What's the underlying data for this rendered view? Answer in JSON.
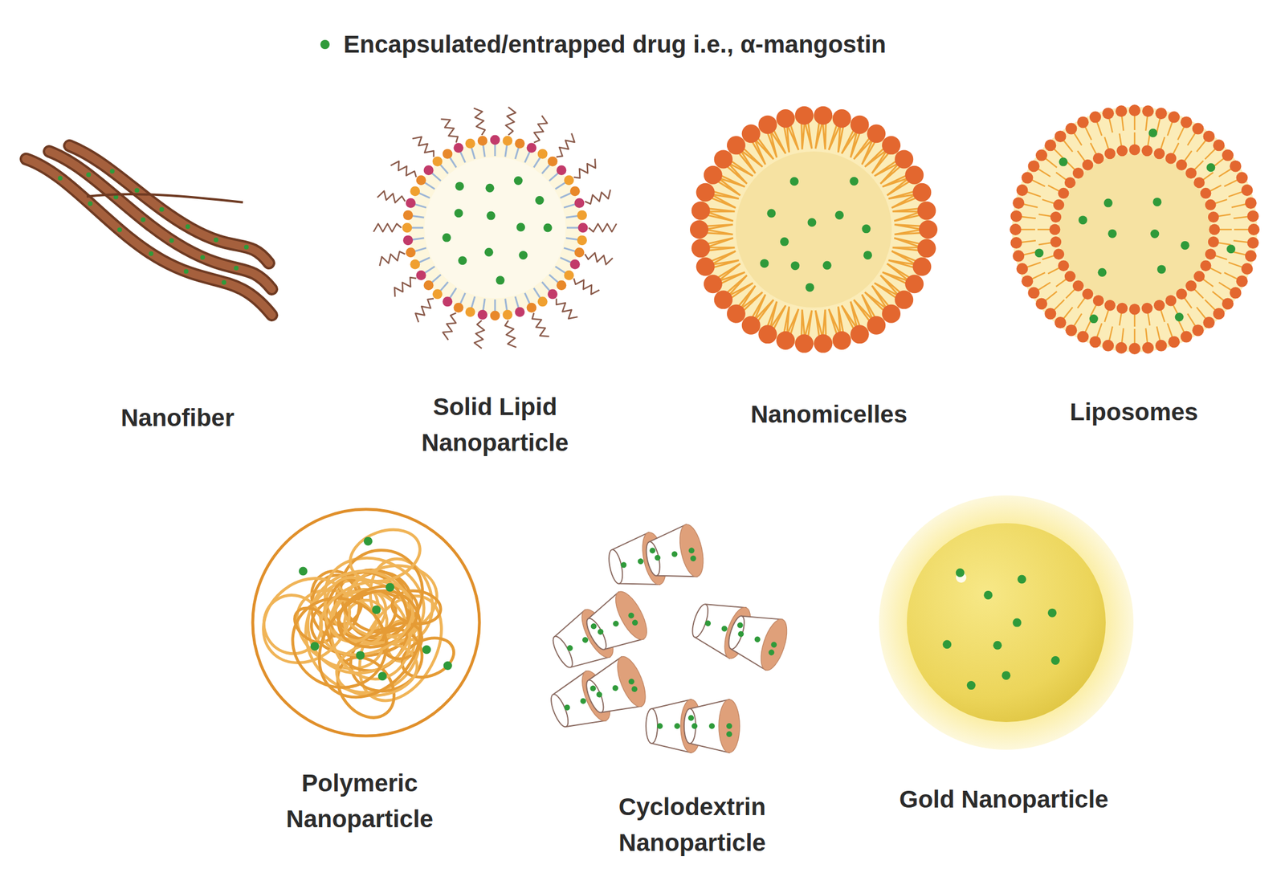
{
  "diagram": {
    "labels": [
      "Nanofiber",
      "Solid Lipid Nanoparticle",
      "Nanomicelles",
      "Liposomes",
      "Polymeric Nanoparticle",
      "Cyclodextrin Nanoparticle",
      "Gold Nanoparticle"
    ],
    "legend": [
      {
        "text": "Encapsulated/entrapped drug i.e., α-mangostin",
        "color": "#2f9a3a"
      }
    ]
  }
}
